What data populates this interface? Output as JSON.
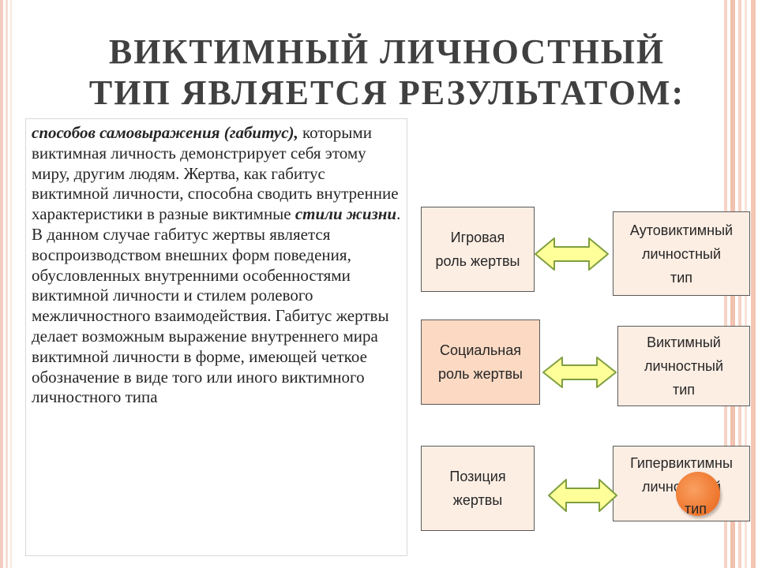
{
  "title": {
    "line1": "ВИКТИМНЫЙ ЛИЧНОСТНЫЙ",
    "line2": "ТИП ЯВЛЯЕТСЯ РЕЗУЛЬТАТОМ:"
  },
  "paragraph": {
    "lead_bold_italic": "способов самовыражения (габитус),",
    "text1": " которыми виктимная личность демонстрирует себя этому миру, другим людям. Жертва, как габитус виктимной личности, способна сводить внутренние характеристики в  разные виктимные ",
    "emph": "стили жизни",
    "text2": ". В данном случае габитус жертвы является воспроизводством внешних форм поведения, обусловленных внутренними особенностями виктимной личности и стилем ролевого межличностного взаимодействия. Габитус жертвы делает возможным выражение внутреннего мира виктимной личности в форме, имеющей четкое обозначение в виде того или иного виктимного личностного типа"
  },
  "diagram": {
    "left": [
      {
        "label": "Игровая\nроль жертвы"
      },
      {
        "label": "Социальная\nроль жертвы"
      },
      {
        "label": "Позиция\nжертвы"
      }
    ],
    "right": [
      {
        "label": "Аутовиктимный\nличностный\nтип"
      },
      {
        "label": "Виктимный\nличностный\nтип"
      },
      {
        "label": "Гипервиктимны\nличностный"
      }
    ],
    "last_word": "тип"
  },
  "colors": {
    "box_light": "#fdeee4",
    "box_medium": "#fbd9c3",
    "arrow_fill": "#ffff99",
    "arrow_stroke": "#7f9f3f",
    "circle": "#f07b33"
  }
}
